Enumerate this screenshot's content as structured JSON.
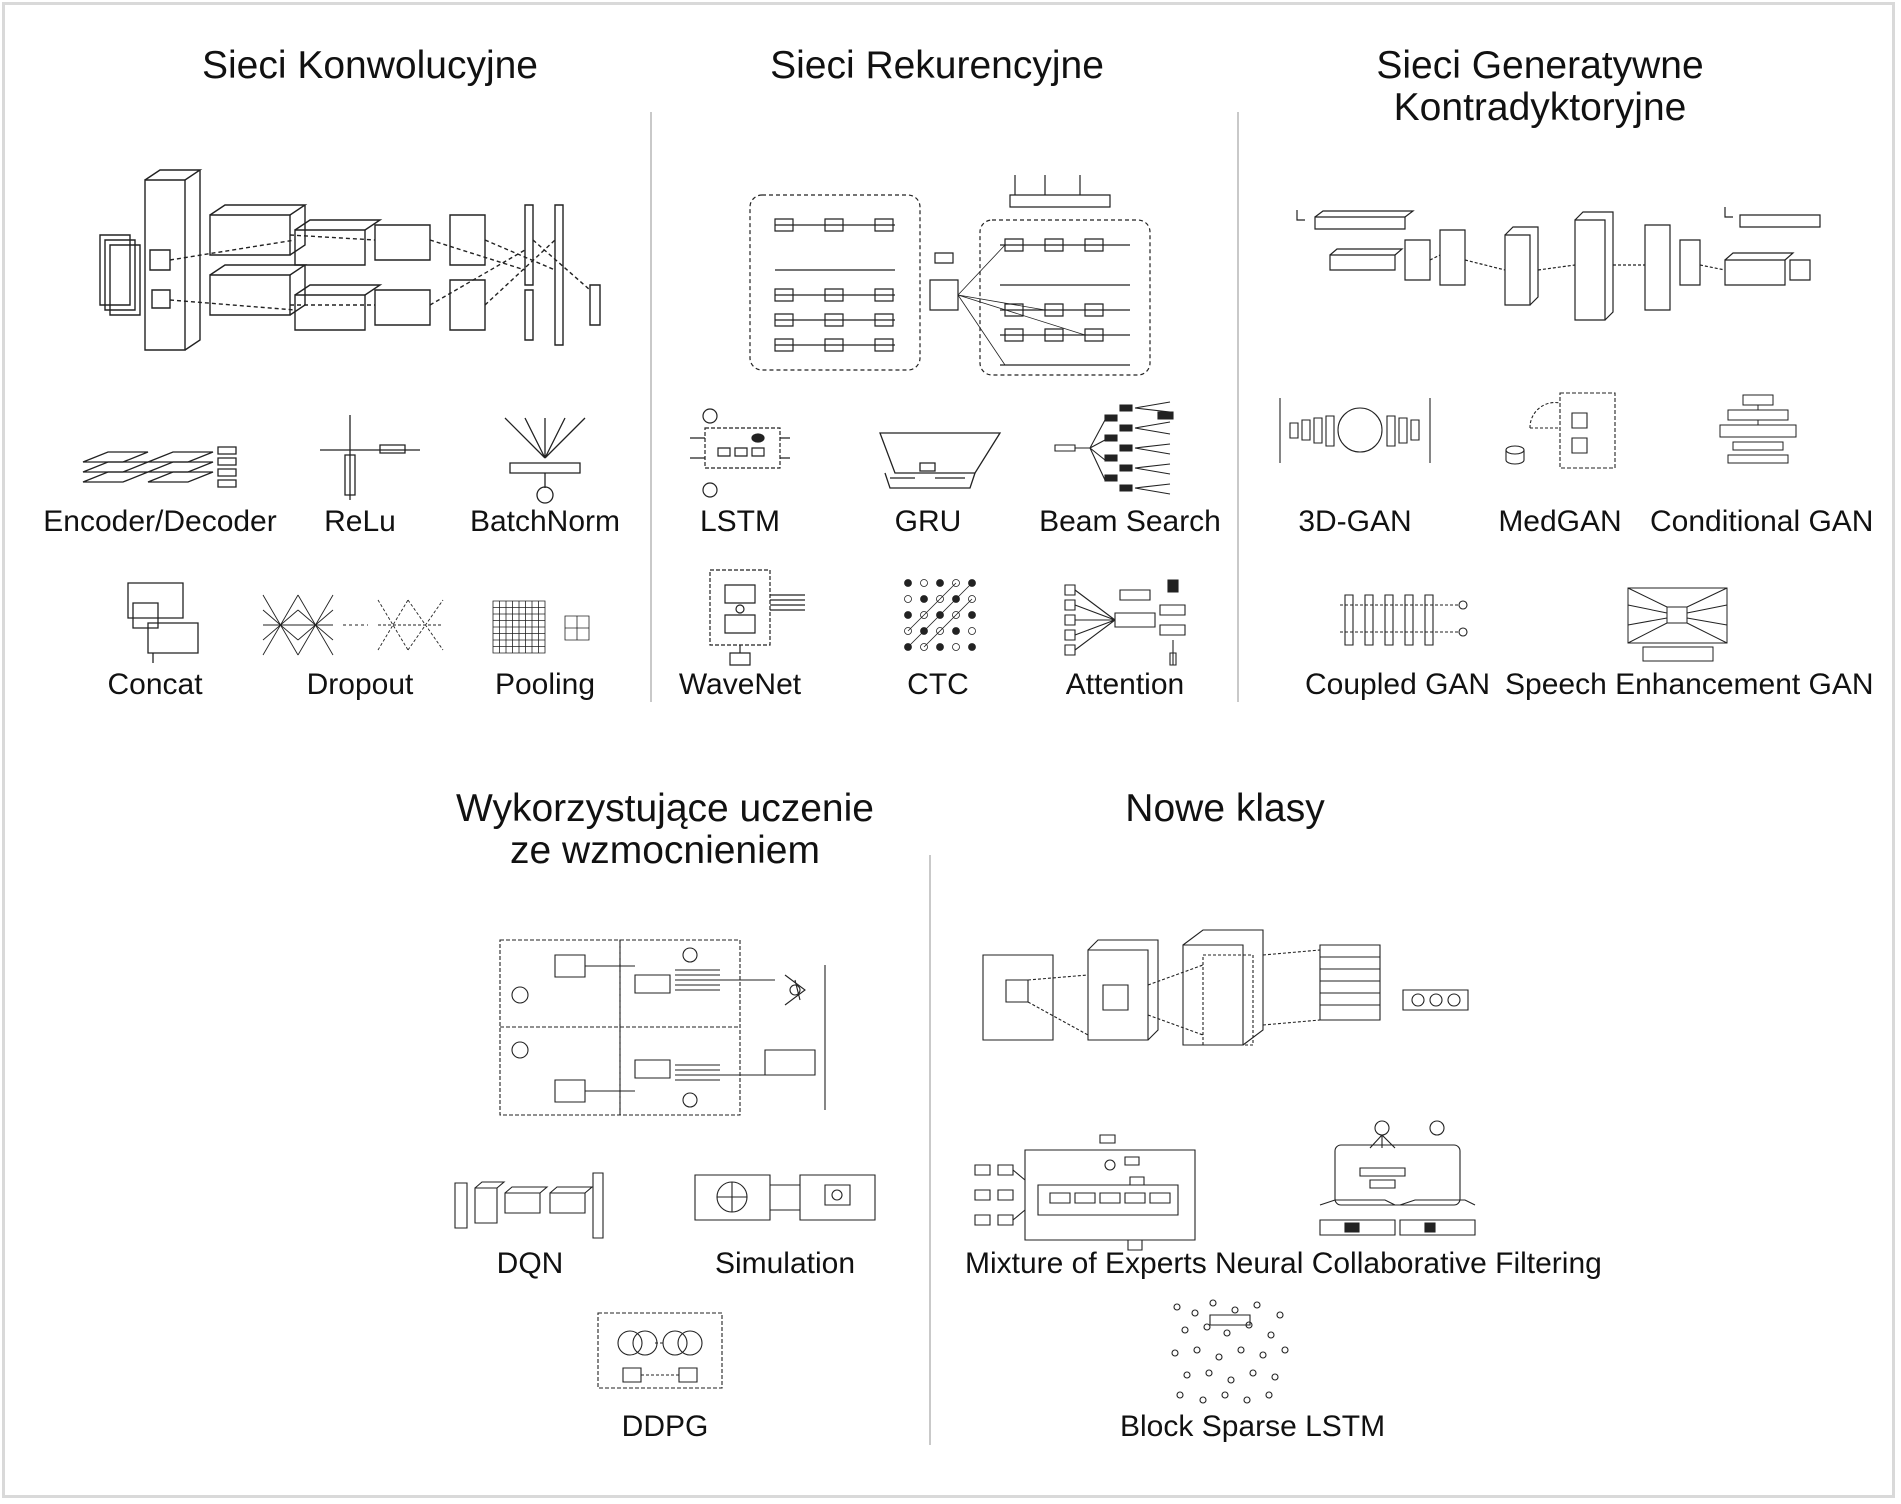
{
  "sections": {
    "cnn": {
      "title": "Sieci Konwolucyjne",
      "items": [
        "Encoder/Decoder",
        "ReLu",
        "BatchNorm",
        "Concat",
        "Dropout",
        "Pooling"
      ]
    },
    "rnn": {
      "title": "Sieci Rekurencyjne",
      "items": [
        "LSTM",
        "GRU",
        "Beam Search",
        "WaveNet",
        "CTC",
        "Attention"
      ]
    },
    "gan": {
      "title_line1": "Sieci Generatywne",
      "title_line2": "Kontradyktoryjne",
      "items": [
        "3D-GAN",
        "MedGAN",
        "Conditional GAN",
        "Coupled GAN",
        "Speech Enhancement GAN"
      ]
    },
    "rl": {
      "title_line1": "Wykorzystujące uczenie",
      "title_line2": "ze wzmocnieniem",
      "items": [
        "DQN",
        "Simulation",
        "DDPG"
      ]
    },
    "new": {
      "title": "Nowe klasy",
      "items": [
        "Mixture of Experts",
        "Neural Collaborative Filtering",
        "Block Sparse LSTM"
      ]
    }
  }
}
